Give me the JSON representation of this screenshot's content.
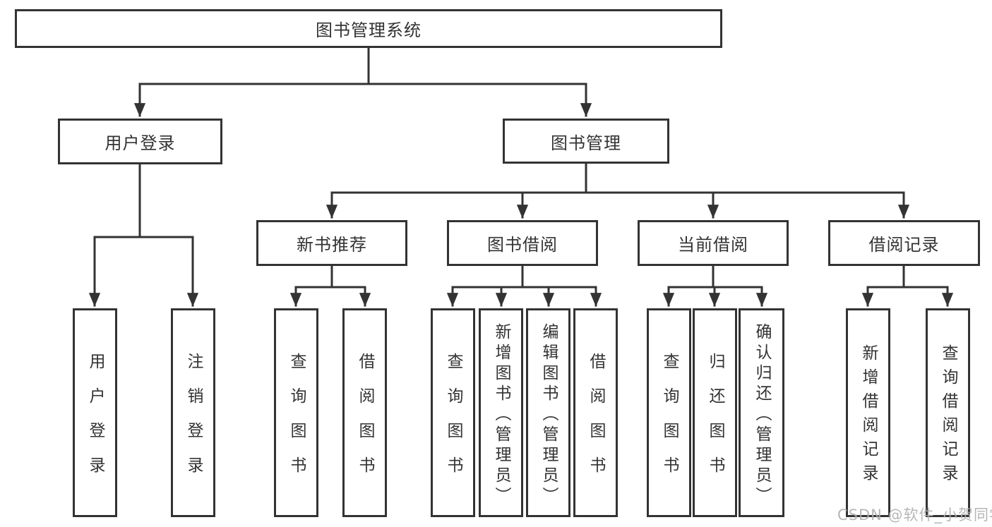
{
  "diagram": {
    "root": {
      "label": "图书管理系统"
    },
    "level2": [
      {
        "label": "用户登录"
      },
      {
        "label": "图书管理"
      }
    ],
    "level3": [
      {
        "label": "新书推荐"
      },
      {
        "label": "图书借阅"
      },
      {
        "label": "当前借阅"
      },
      {
        "label": "借阅记录"
      }
    ],
    "leaves": {
      "user_login": [
        {
          "label": "用户登录"
        },
        {
          "label": "注销登录"
        }
      ],
      "new_books": [
        {
          "label": "查询图书"
        },
        {
          "label": "借阅图书"
        }
      ],
      "book_borrow": [
        {
          "label": "查询图书"
        },
        {
          "label": "新增图书（管理员）"
        },
        {
          "label": "编辑图书（管理员）"
        },
        {
          "label": "借阅图书"
        }
      ],
      "current_borrow": [
        {
          "label": "查询图书"
        },
        {
          "label": "归还图书"
        },
        {
          "label": "确认归还（管理员）"
        }
      ],
      "borrow_records": [
        {
          "label": "新增借阅记录"
        },
        {
          "label": "查询借阅记录"
        }
      ]
    },
    "watermark": "CSDN @软件_小贺同学",
    "colors": {
      "line": "#333333",
      "box_border": "#333333",
      "text": "#333333",
      "background": "#ffffff",
      "watermark": "#b0b0b0"
    }
  }
}
